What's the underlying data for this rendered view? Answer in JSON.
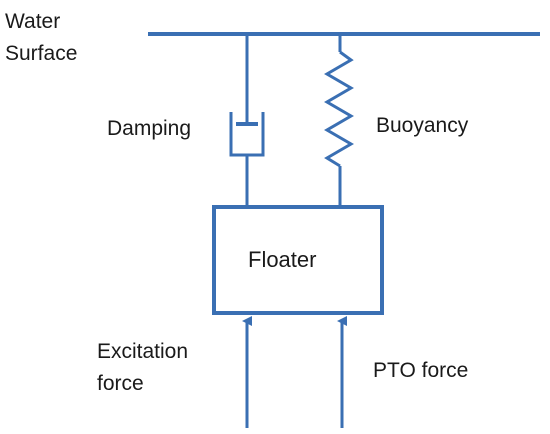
{
  "colors": {
    "stroke": "#3a6fb3",
    "text": "#1a1a1a",
    "background": "#ffffff"
  },
  "labels": {
    "water_surface_line1": "Water",
    "water_surface_line2": "Surface",
    "damping": "Damping",
    "buoyancy": "Buoyancy",
    "floater": "Floater",
    "excitation_line1": "Excitation",
    "excitation_line2": "force",
    "pto_force": "PTO force"
  }
}
